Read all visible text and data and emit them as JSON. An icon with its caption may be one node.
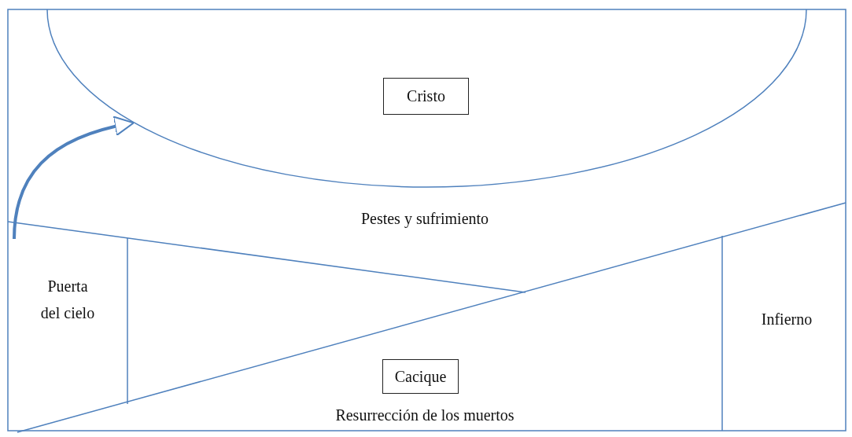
{
  "diagram": {
    "nodes": [
      {
        "text": [],
        "shape": "ellipse"
      },
      {
        "text": [
          "Cristo"
        ],
        "in": 0
      },
      {
        "text": [
          "Puerta del cielo"
        ]
      },
      {
        "text": [
          "Cacique"
        ]
      }
    ],
    "edges": [
      {
        "from": 2,
        "to": 0,
        "arrow": "to"
      }
    ],
    "labels": [
      "Pestes y sufrimiento",
      "Infierno",
      "Resurrección de los muertos"
    ]
  }
}
